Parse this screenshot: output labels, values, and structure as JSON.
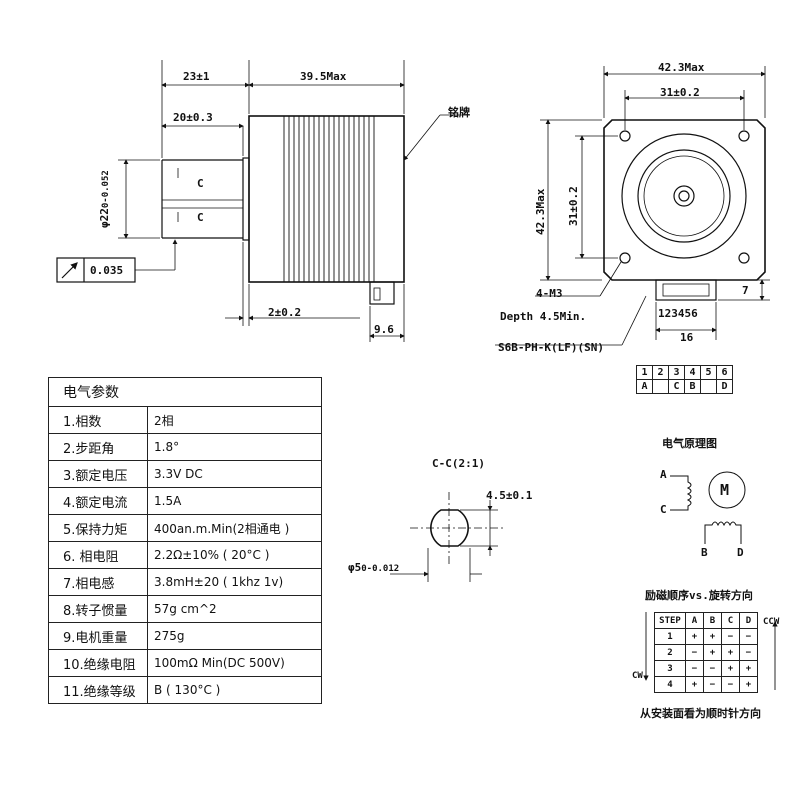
{
  "side_view": {
    "dim_shaft_len": "23±1",
    "dim_body_len": "39.5Max",
    "dim_flat_len": "20±0.3",
    "nameplate_label": "铭牌",
    "dim_shaft_dia": "φ22",
    "dim_shaft_dia_tol_upper": "0",
    "dim_shaft_dia_tol_lower": "-0.052",
    "section_mark_upper": "C",
    "section_mark_lower": "C",
    "runout_value": "0.035",
    "dim_boss_len": "2±0.2",
    "dim_connector": "9.6"
  },
  "front_view": {
    "dim_width": "42.3Max",
    "dim_hole_spacing": "31±0.2",
    "dim_height": "42.3Max",
    "dim_hole_spacing_v": "31±0.2",
    "dim_conn_h": "7",
    "holes_label": "4-M3",
    "holes_depth": "Depth 4.5Min.",
    "pin_numbers": "123456",
    "dim_conn_w": "16",
    "connector_label": "S6B-PH-K(LF)(SN)"
  },
  "pin_table": {
    "numbers": [
      "1",
      "2",
      "3",
      "4",
      "5",
      "6"
    ],
    "signals": [
      "A",
      "",
      "C",
      "B",
      "",
      "D"
    ]
  },
  "spec_table": {
    "title": "电气参数",
    "rows": [
      {
        "name": "1.相数",
        "value": "2相"
      },
      {
        "name": "2.步距角",
        "value": "1.8°"
      },
      {
        "name": "3.额定电压",
        "value": "3.3V DC"
      },
      {
        "name": "4.额定电流",
        "value": "1.5A"
      },
      {
        "name": "5.保持力矩",
        "value": "400an.m.Min(2相通电 )"
      },
      {
        "name": "6. 相电阻",
        "value": "2.2Ω±10% ( 20°C )"
      },
      {
        "name": "7.相电感",
        "value": "3.8mH±20 ( 1khz 1v)"
      },
      {
        "name": "8.转子惯量",
        "value": "57g cm^2"
      },
      {
        "name": "9.电机重量",
        "value": "275g"
      },
      {
        "name": "10.绝缘电阻",
        "value": "100mΩ Min(DC 500V)"
      },
      {
        "name": "11.绝缘等级",
        "value": "B ( 130°C )"
      }
    ]
  },
  "section_view": {
    "title": "C-C(2:1)",
    "dim_flat": "4.5±0.1",
    "dim_dia": "φ5",
    "dim_dia_tol_upper": "0",
    "dim_dia_tol_lower": "-0.012"
  },
  "schematic": {
    "title": "电气原理图",
    "motor_label": "M",
    "terminals": [
      "A",
      "C",
      "B",
      "D"
    ]
  },
  "sequence": {
    "title": "励磁顺序vs.旋转方向",
    "headers": [
      "STEP",
      "A",
      "B",
      "C",
      "D"
    ],
    "rows": [
      [
        "1",
        "+",
        "+",
        "−",
        "−"
      ],
      [
        "2",
        "−",
        "+",
        "+",
        "−"
      ],
      [
        "3",
        "−",
        "−",
        "+",
        "+"
      ],
      [
        "4",
        "+",
        "−",
        "−",
        "+"
      ]
    ],
    "ccw_label": "CCW",
    "cw_label": "CW",
    "note": "从安装面看为顺时针方向"
  }
}
